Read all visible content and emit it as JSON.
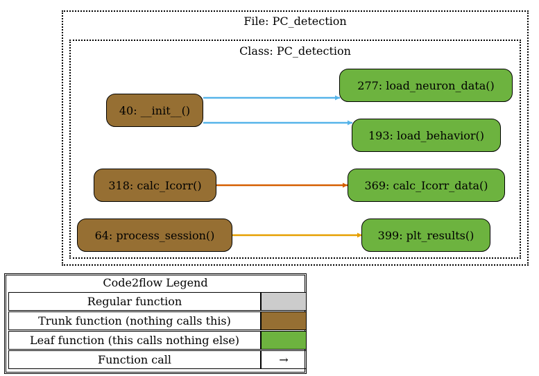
{
  "file_cluster": {
    "label": "File: PC_detection"
  },
  "class_cluster": {
    "label": "Class: PC_detection"
  },
  "nodes": {
    "init": "40: __init__()",
    "calc_icorr": "318: calc_Icorr()",
    "process_session": "64: process_session()",
    "load_neuron_data": "277: load_neuron_data()",
    "load_behavior": "193: load_behavior()",
    "calc_icorr_data": "369: calc_Icorr_data()",
    "plt_results": "399: plt_results()"
  },
  "edges": [
    {
      "from": "40: __init__()",
      "to": "277: load_neuron_data()",
      "color": "#56B4E9"
    },
    {
      "from": "40: __init__()",
      "to": "193: load_behavior()",
      "color": "#56B4E9"
    },
    {
      "from": "318: calc_Icorr()",
      "to": "369: calc_Icorr_data()",
      "color": "#D55E00"
    },
    {
      "from": "64: process_session()",
      "to": "399: plt_results()",
      "color": "#E69F00"
    }
  ],
  "legend": {
    "title": "Code2flow Legend",
    "rows": [
      {
        "label": "Regular function",
        "swatch": "#cccccc"
      },
      {
        "label": "Trunk function (nothing calls this)",
        "swatch": "#966F33"
      },
      {
        "label": "Leaf function (this calls nothing else)",
        "swatch": "#6DB33F"
      },
      {
        "label": "Function call",
        "symbol": "→"
      }
    ]
  },
  "colors": {
    "trunk": "#966F33",
    "leaf": "#6DB33F",
    "regular": "#cccccc"
  }
}
